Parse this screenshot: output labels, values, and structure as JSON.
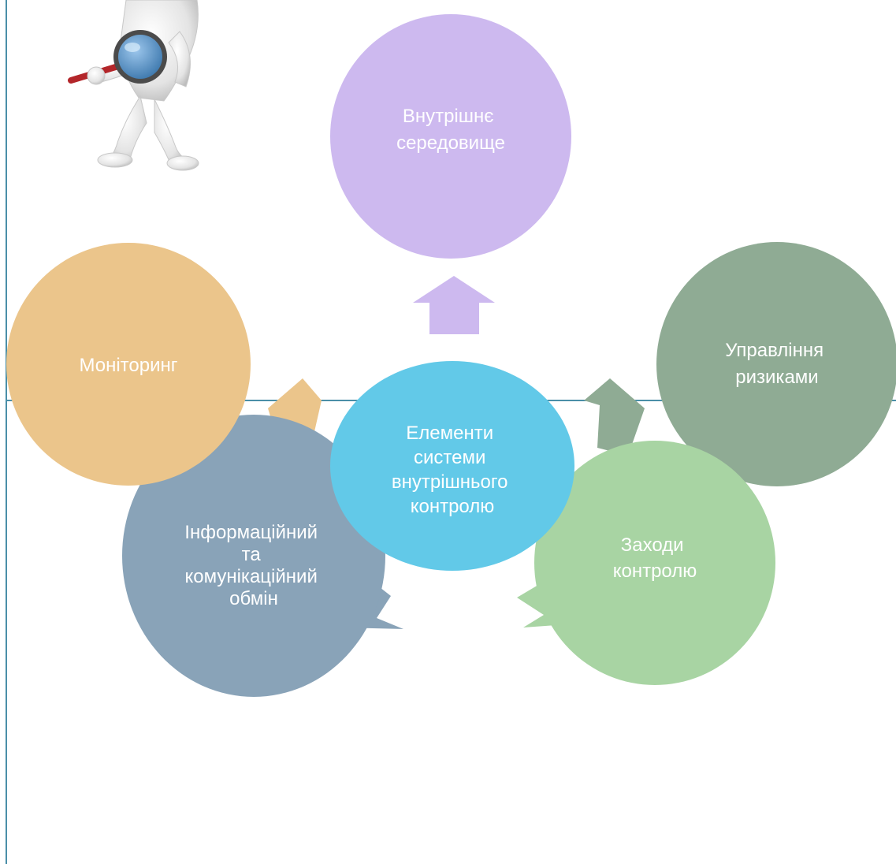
{
  "diagram": {
    "center": {
      "lines": [
        "Елементи",
        "системи",
        "внутрішнього",
        "контролю"
      ],
      "color": "#62c9e8"
    },
    "nodes": [
      {
        "id": "internal-environment",
        "lines": [
          "Внутрішнє",
          "середовище"
        ],
        "color": "#cdb9ef"
      },
      {
        "id": "risk-management",
        "lines": [
          "Управління",
          "ризиками"
        ],
        "color": "#8fab94"
      },
      {
        "id": "control-measures",
        "lines": [
          "Заходи",
          "контролю"
        ],
        "color": "#a8d4a3"
      },
      {
        "id": "information-communication",
        "lines": [
          "Інформаційний",
          "та",
          "комунікаційний",
          "обмін"
        ],
        "color": "#89a3b8"
      },
      {
        "id": "monitoring",
        "lines": [
          "Моніторинг"
        ],
        "color": "#ebc58b"
      }
    ],
    "frame_color": "#4a8fa8",
    "illustration": "magnifier-figure-icon"
  }
}
